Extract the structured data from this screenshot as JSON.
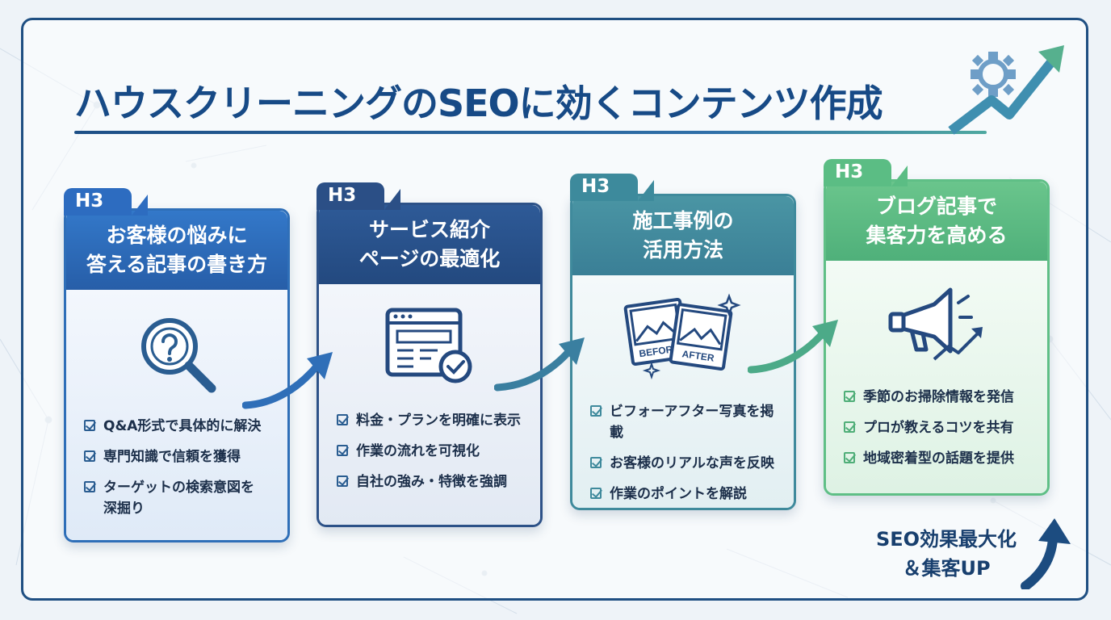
{
  "title": "ハウスクリーニングのSEOに効くコンテンツ作成",
  "cards": [
    {
      "tab": "H3",
      "heading_line1": "お客様の悩みに",
      "heading_line2": "答える記事の書き方",
      "icon": "magnifier-question-icon",
      "items": [
        "Q&A形式で具体的に解決",
        "専門知識で信頼を獲得",
        "ターゲットの検索意図を",
        "深掘り"
      ]
    },
    {
      "tab": "H3",
      "heading_line1": "サービス紹介",
      "heading_line2": "ページの最適化",
      "icon": "webpage-check-icon",
      "items": [
        "料金・プランを明確に表示",
        "作業の流れを可視化",
        "自社の強み・特徴を強調"
      ]
    },
    {
      "tab": "H3",
      "heading_line1": "施工事例の",
      "heading_line2": "活用方法",
      "icon": "before-after-photos-icon",
      "photo_labels": [
        "BEFORE",
        "AFTER"
      ],
      "items": [
        "ビフォーアフター写真を掲載",
        "お客様のリアルな声を反映",
        "作業のポイントを解説"
      ]
    },
    {
      "tab": "H3",
      "heading_line1": "ブログ記事で",
      "heading_line2": "集客力を高める",
      "icon": "megaphone-growth-icon",
      "items": [
        "季節のお掃除情報を発信",
        "プロが教えるコツを共有",
        "地域密着型の話題を提供"
      ]
    }
  ],
  "result_line1": "SEO効果最大化",
  "result_line2": "＆集客UP",
  "colors": {
    "title": "#174a86",
    "card1": "#2f6fb8",
    "card2": "#2d5288",
    "card3": "#3f8a9c",
    "card4": "#5fbf86"
  }
}
